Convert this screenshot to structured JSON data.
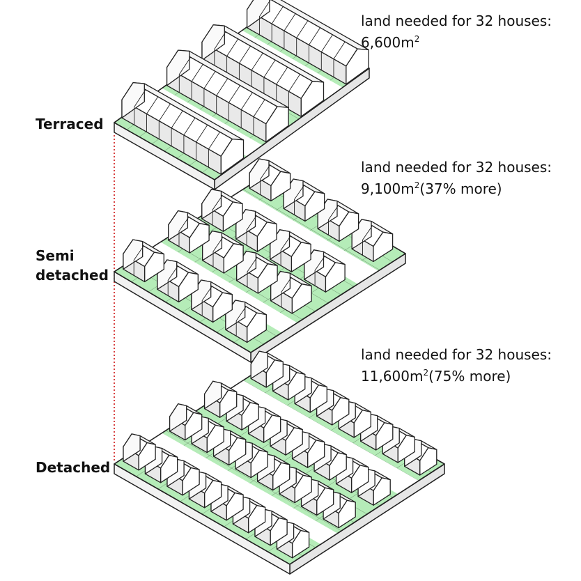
{
  "colors": {
    "grass": "#b5ecb8",
    "road": "#ffffff",
    "slab": "#f2f2f2",
    "outline": "#222222",
    "connector": "#cc0000"
  },
  "icons": [
    "terraced-house-row",
    "semi-detached-house-pair",
    "detached-house"
  ],
  "layouts": [
    {
      "label": "Terraced",
      "area_line": "land needed for 32 houses:",
      "area_value": "6,600m",
      "area_unit_sup": "2",
      "area_note": "",
      "area_m2": 6600
    },
    {
      "label_line1": "Semi",
      "label_line2": "detached",
      "area_line": "land needed for 32 houses:",
      "area_value": "9,100m",
      "area_unit_sup": "2",
      "area_note": "(37% more)",
      "area_m2": 9100
    },
    {
      "label": "Detached",
      "area_line": "land needed for 32 houses:",
      "area_value": "11,600m",
      "area_unit_sup": "2",
      "area_note": "(75% more)",
      "area_m2": 11600
    }
  ]
}
